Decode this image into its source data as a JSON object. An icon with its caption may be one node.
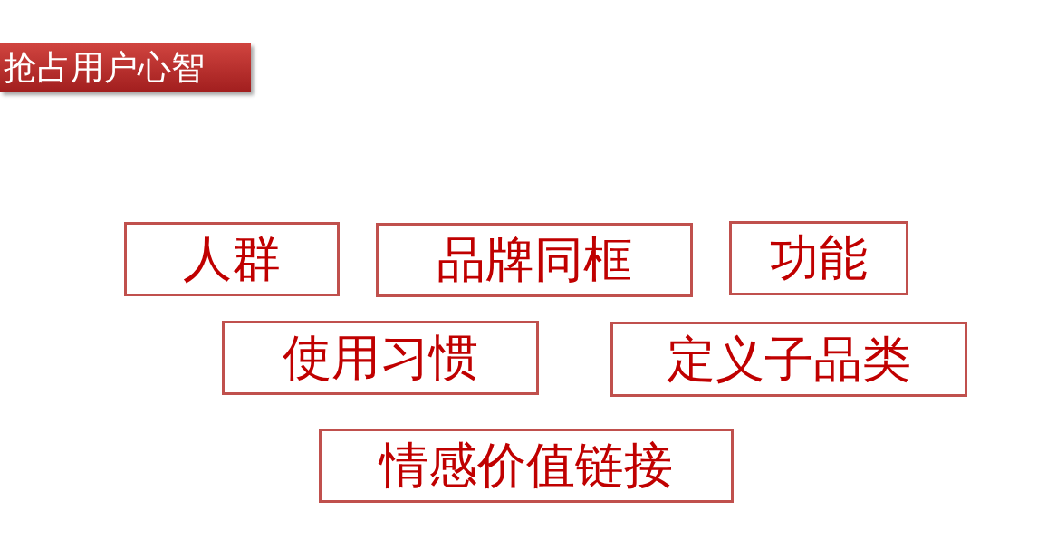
{
  "diagram": {
    "title": "抢占用户心智",
    "nodes": [
      {
        "text": [
          "人群"
        ]
      },
      {
        "text": [
          "品牌同框"
        ]
      },
      {
        "text": [
          "功能"
        ]
      },
      {
        "text": [
          "使用习惯"
        ]
      },
      {
        "text": [
          "定义子品类"
        ]
      },
      {
        "text": [
          "情感价值链接"
        ]
      }
    ]
  }
}
